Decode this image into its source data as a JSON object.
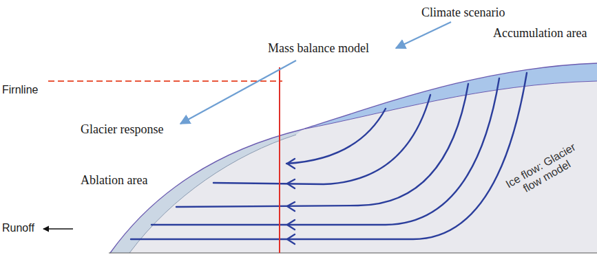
{
  "diagram": {
    "labels": [
      "Climate scenario",
      "Mass balance model",
      "Accumulation area",
      "Firnline",
      "Glacier response",
      "Ablation area",
      "Runoff",
      "Ice flow: Glacier flow model"
    ]
  }
}
